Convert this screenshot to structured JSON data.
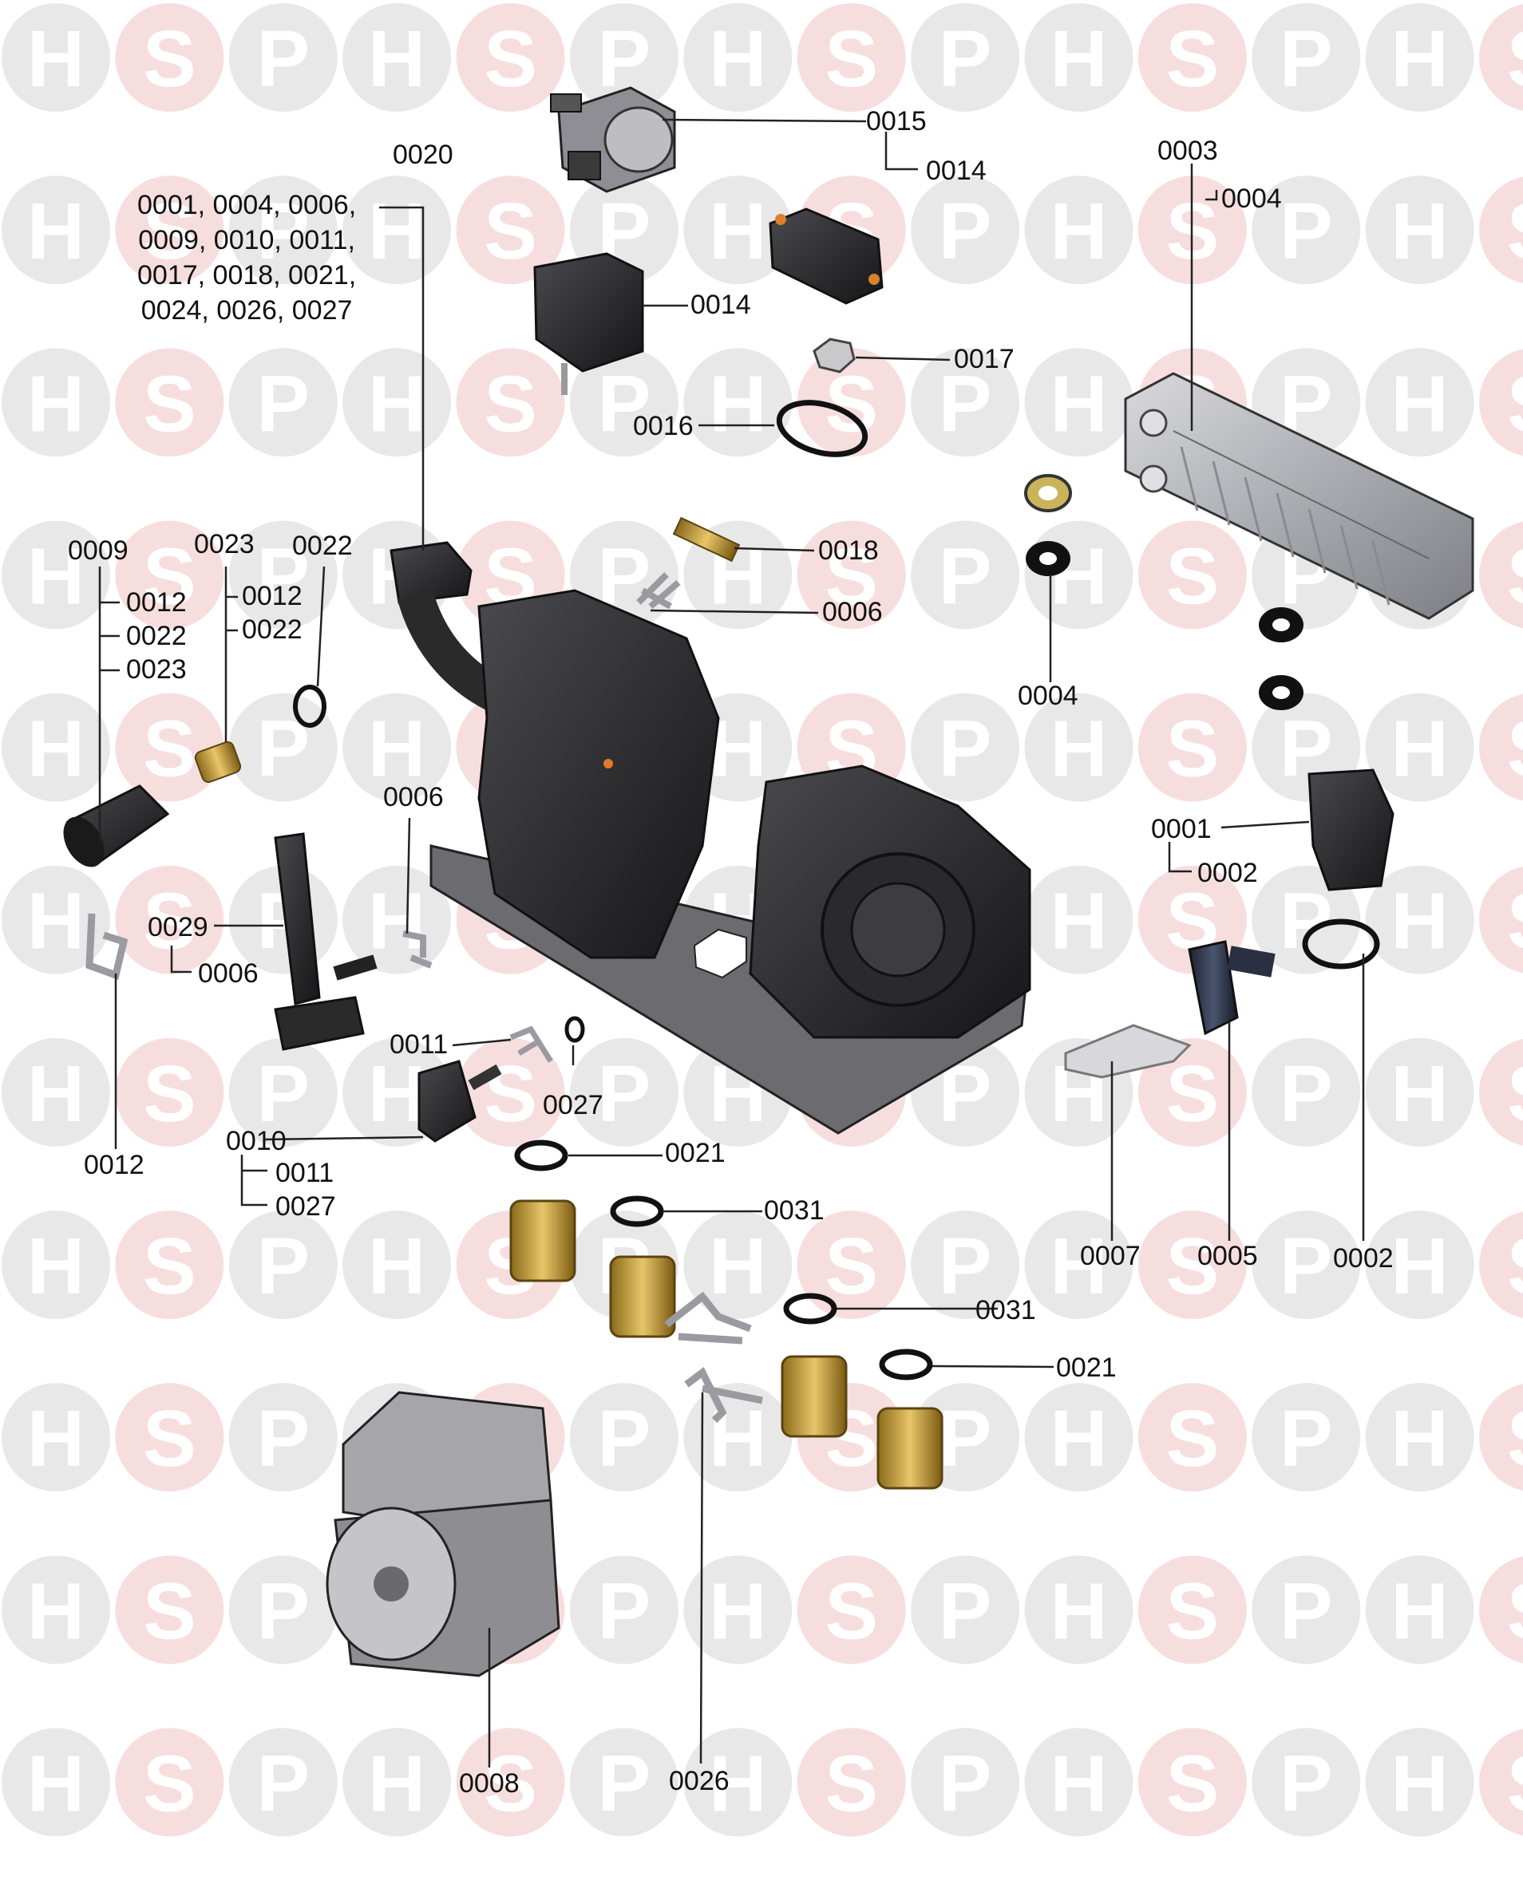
{
  "watermark": {
    "letters": [
      "H",
      "S",
      "P"
    ],
    "circle_color": "#e8e8e8",
    "s_circle_color": "#f7dede",
    "letter_color": "#ffffff"
  },
  "group_label": {
    "lines": [
      "0001, 0004, 0006,",
      "0009, 0010, 0011,",
      "0017, 0018, 0021,",
      "0024, 0026, 0027"
    ]
  },
  "labels": {
    "p0015": "0015",
    "p0014a": "0014",
    "p0020": "0020",
    "p0003": "0003",
    "p0004a": "0004",
    "p0014b": "0014",
    "p0017": "0017",
    "p0016": "0016",
    "p0009": "0009",
    "p0012a": "0012",
    "p0022a": "0022",
    "p0023a": "0023",
    "p0023b": "0023",
    "p0012b": "0012",
    "p0022b": "0022",
    "p0022c": "0022",
    "p0018": "0018",
    "p0006a": "0006",
    "p0004b": "0004",
    "p0006b": "0006",
    "p0001": "0001",
    "p0002a": "0002",
    "p0029": "0029",
    "p0006c": "0006",
    "p0011a": "0011",
    "p0027a": "0027",
    "p0012c": "0012",
    "p0010": "0010",
    "p0011b": "0011",
    "p0027b": "0027",
    "p0021a": "0021",
    "p0031a": "0031",
    "p0007": "0007",
    "p0005": "0005",
    "p0002b": "0002",
    "p0031b": "0031",
    "p0021b": "0021",
    "p0008": "0008",
    "p0026": "0026"
  }
}
